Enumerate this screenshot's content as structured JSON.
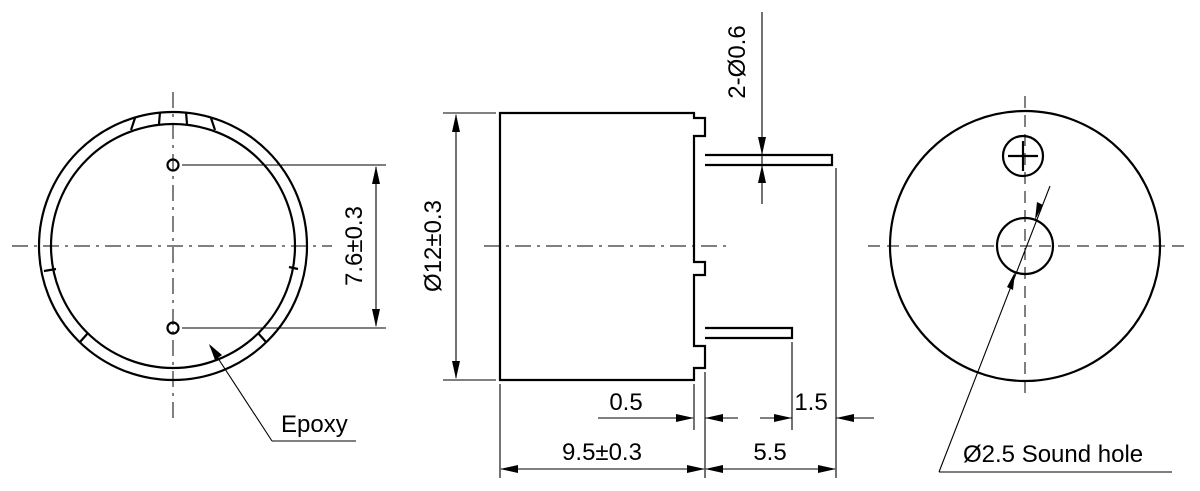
{
  "labels": {
    "epoxy": "Epoxy",
    "pin_spacing": "7.6±0.3",
    "diameter": "Ø12±0.3",
    "pin_diameter": "2-Ø0.6",
    "dim_0_5": "0.5",
    "dim_1_5": "1.5",
    "body_height": "9.5±0.3",
    "pin_length": "5.5",
    "sound_hole": "Ø2.5 Sound hole"
  },
  "colors": {
    "line": "#000000",
    "background": "#ffffff"
  }
}
